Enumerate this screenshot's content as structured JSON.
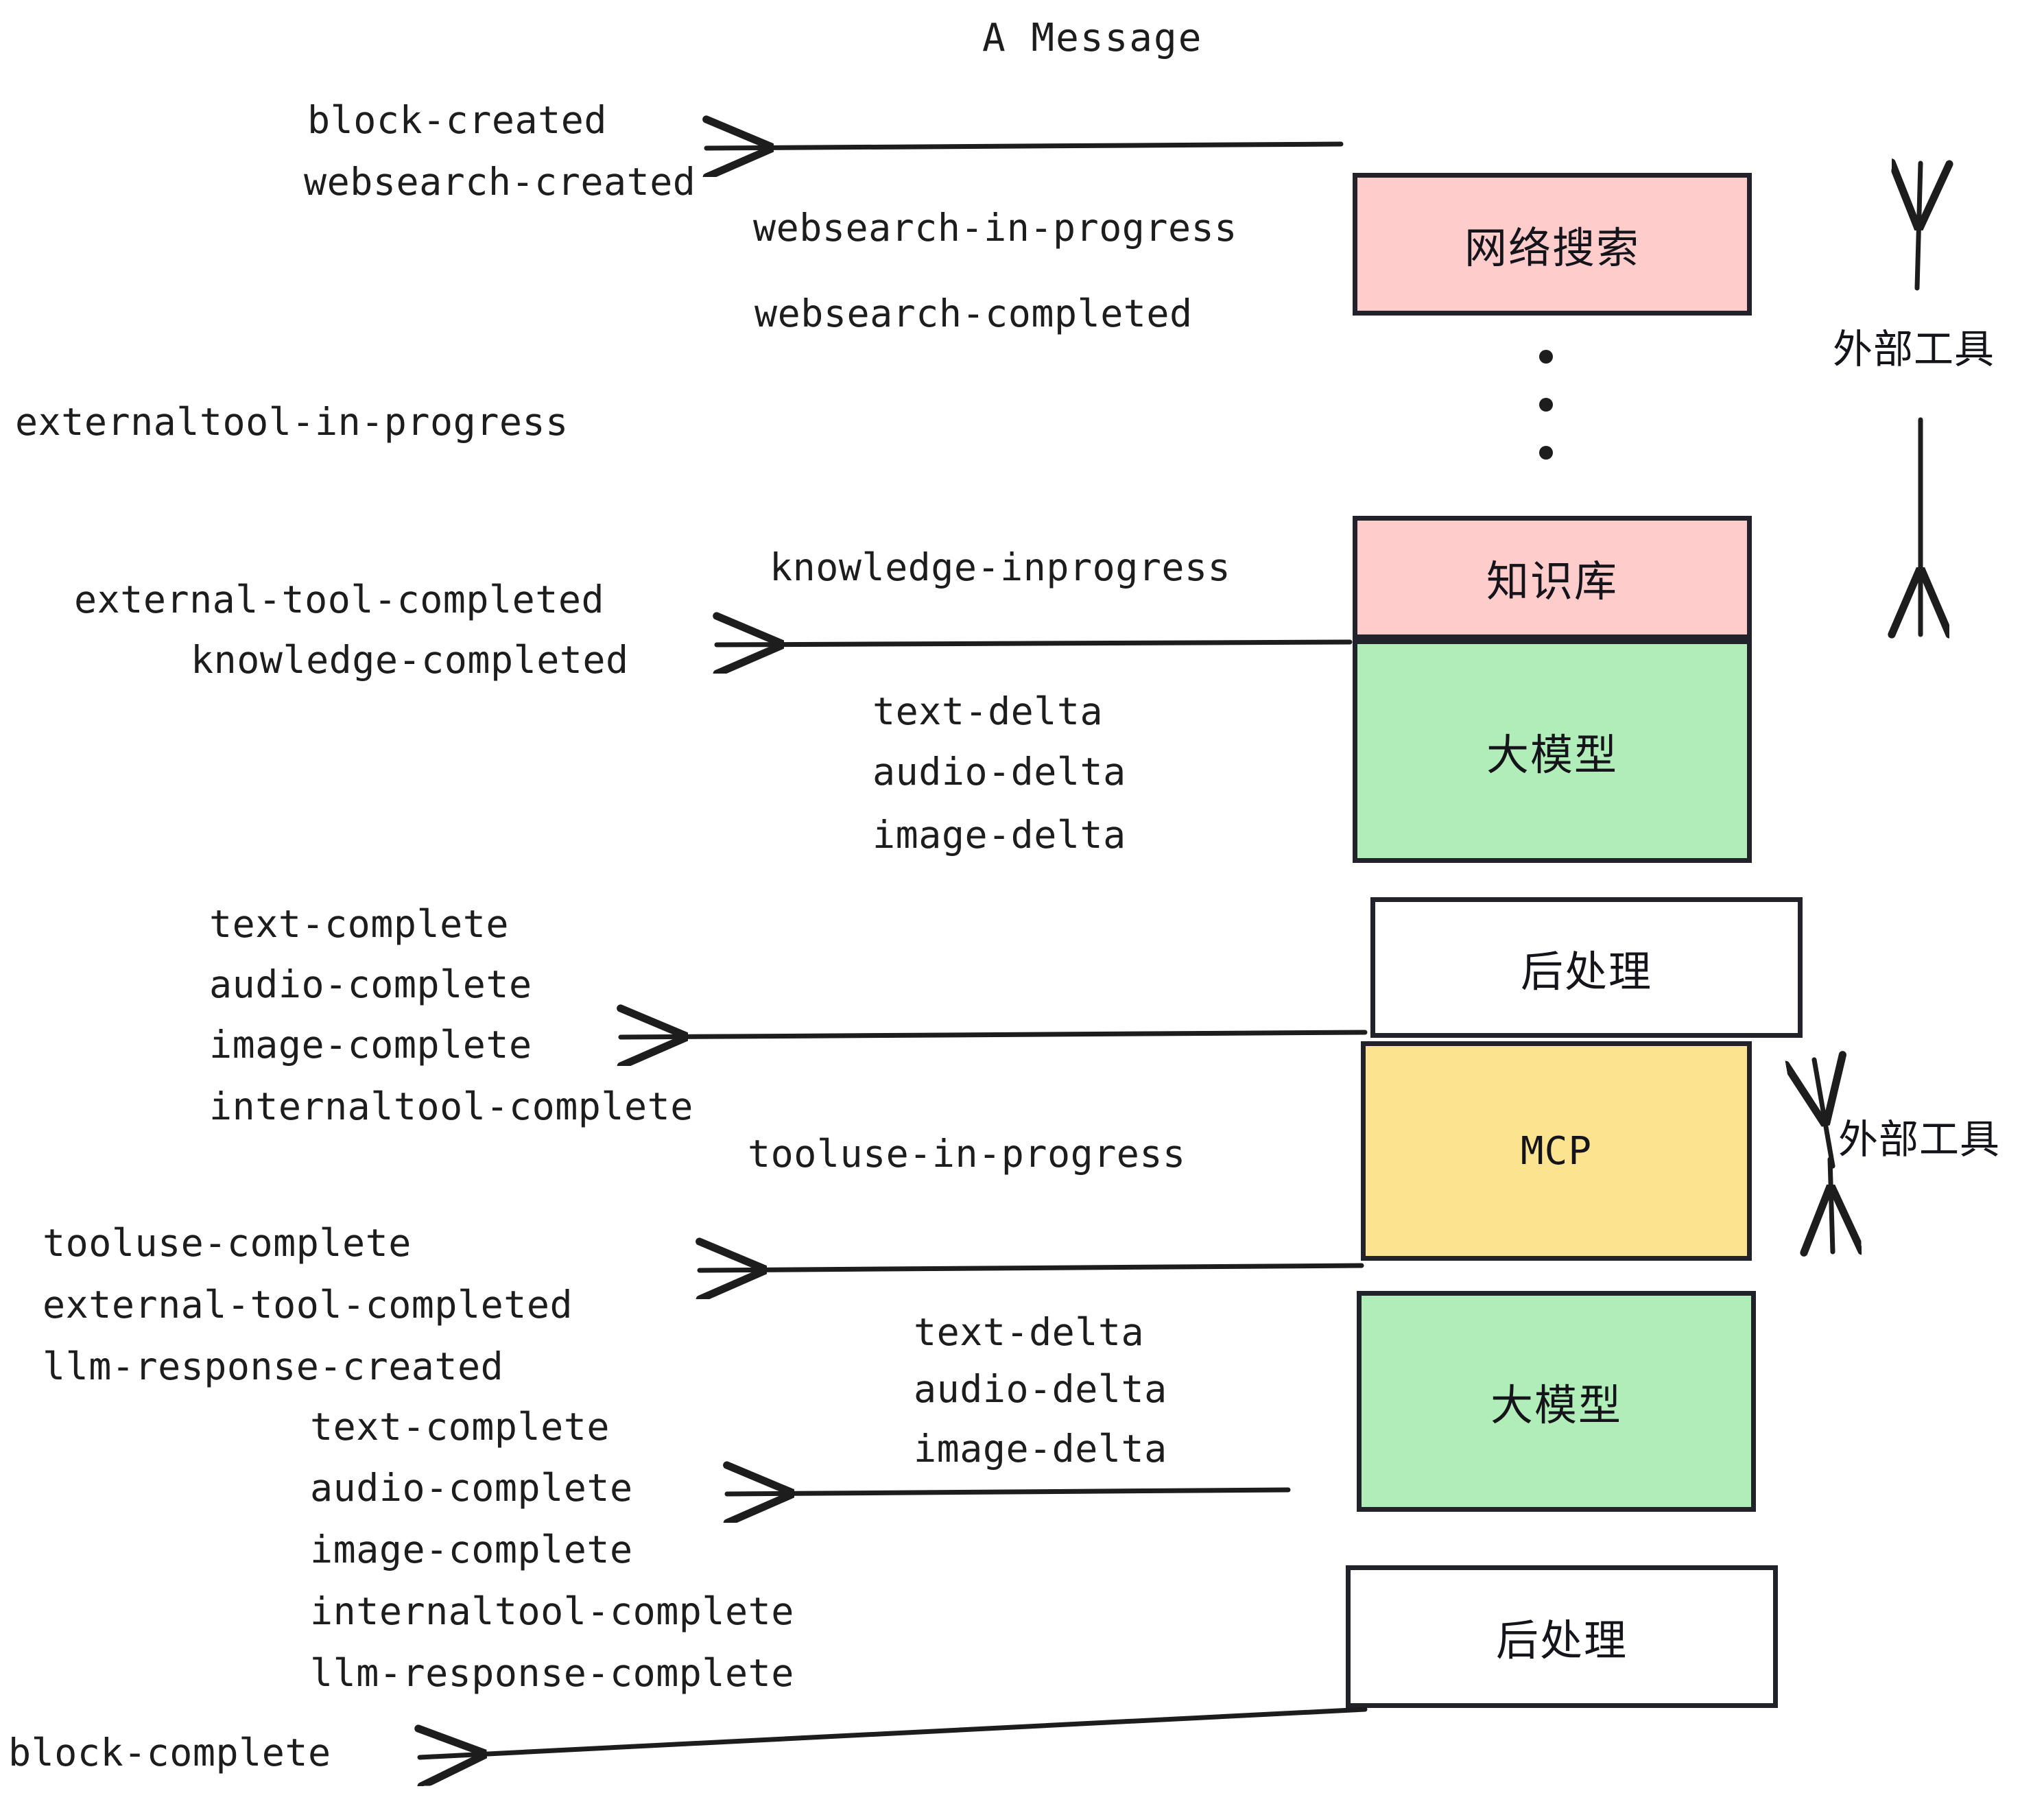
{
  "title": "A Message",
  "colors": {
    "pink": "#ffcccc",
    "green": "#b1edb8",
    "yellow": "#fbe38f",
    "white": "#ffffff",
    "stroke": "#22222a",
    "text": "#1d1d1d"
  },
  "boxes": {
    "websearch": "网络搜索",
    "knowledge": "知识库",
    "llm_first": "大模型",
    "postprocess_first": "后处理",
    "mcp": "MCP",
    "llm_second": "大模型",
    "postprocess_second": "后处理"
  },
  "side_labels": {
    "external_tool_top": "外部工具",
    "external_tool_bottom": "外部工具"
  },
  "events": {
    "block_created": "block-created",
    "websearch_created": "websearch-created",
    "websearch_in_progress": "websearch-in-progress",
    "websearch_completed": "websearch-completed",
    "externaltool_in_progress": "externaltool-in-progress",
    "knowledge_inprogress": "knowledge-inprogress",
    "external_tool_completed_1": "external-tool-completed",
    "knowledge_completed": "knowledge-completed",
    "text_delta_1": "text-delta",
    "audio_delta_1": "audio-delta",
    "image_delta_1": "image-delta",
    "text_complete_1": "text-complete",
    "audio_complete_1": "audio-complete",
    "image_complete_1": "image-complete",
    "internaltool_complete_1": "internaltool-complete",
    "tooluse_in_progress": "tooluse-in-progress",
    "tooluse_complete": "tooluse-complete",
    "external_tool_completed_2": "external-tool-completed",
    "llm_response_created": "llm-response-created",
    "text_delta_2": "text-delta",
    "audio_delta_2": "audio-delta",
    "image_delta_2": "image-delta",
    "text_complete_2": "text-complete",
    "audio_complete_2": "audio-complete",
    "image_complete_2": "image-complete",
    "internaltool_complete_2": "internaltool-complete",
    "llm_response_complete": "llm-response-complete",
    "block_complete": "block-complete"
  }
}
